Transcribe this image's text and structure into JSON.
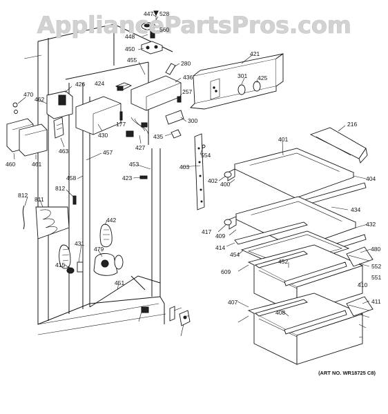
{
  "watermark": "AppliancePartsPros.com",
  "art_number": "(ART NO. WR18725 C8)",
  "callouts": [
    "447",
    "528",
    "560",
    "448",
    "450",
    "455",
    "280",
    "421",
    "424",
    "436",
    "301",
    "425",
    "470",
    "426",
    "257",
    "462",
    "177",
    "300",
    "430",
    "427",
    "435",
    "216",
    "463",
    "554",
    "401",
    "457",
    "403",
    "458",
    "453",
    "460",
    "461",
    "423",
    "402",
    "400",
    "404",
    "812",
    "812",
    "811",
    "434",
    "432",
    "442",
    "417",
    "409",
    "431",
    "479",
    "414",
    "454",
    "415",
    "480",
    "452",
    "609",
    "451",
    "552",
    "551",
    "410",
    "407",
    "411",
    "408"
  ]
}
